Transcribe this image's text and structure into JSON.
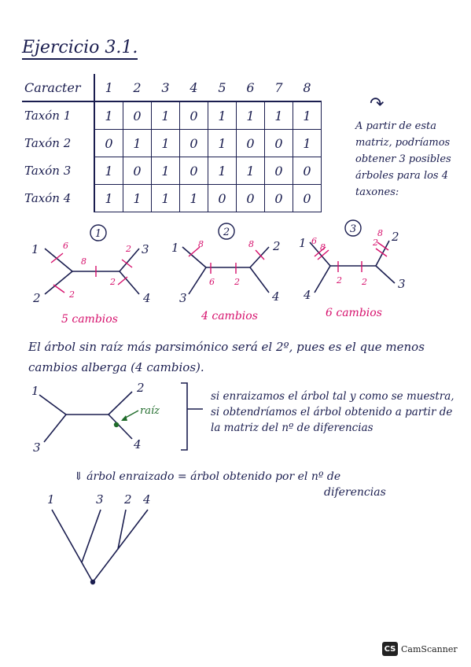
{
  "title": "Ejercicio 3.1.",
  "table": {
    "corner": "Caracter",
    "columns": [
      "1",
      "2",
      "3",
      "4",
      "5",
      "6",
      "7",
      "8"
    ],
    "rows": [
      {
        "label": "Taxón 1",
        "values": [
          "1",
          "0",
          "1",
          "0",
          "1",
          "1",
          "1",
          "1"
        ]
      },
      {
        "label": "Taxón 2",
        "values": [
          "0",
          "1",
          "1",
          "0",
          "1",
          "0",
          "0",
          "1"
        ]
      },
      {
        "label": "Taxón 3",
        "values": [
          "1",
          "0",
          "1",
          "0",
          "1",
          "1",
          "0",
          "0"
        ]
      },
      {
        "label": "Taxón 4",
        "values": [
          "1",
          "1",
          "1",
          "1",
          "0",
          "0",
          "0",
          "0"
        ]
      }
    ]
  },
  "note": "A partir de esta matriz, podríamos obtener 3 posibles árboles para los 4 taxones:",
  "trees": [
    {
      "number": "1",
      "leaves": [
        "1",
        "2",
        "3",
        "4"
      ],
      "changes_caption": "5 cambios",
      "marks": [
        "6",
        "8",
        "2",
        "2",
        "2"
      ]
    },
    {
      "number": "2",
      "leaves": [
        "1",
        "3",
        "2",
        "4"
      ],
      "changes_caption": "4 cambios",
      "marks": [
        "8",
        "8",
        "6",
        "2"
      ]
    },
    {
      "number": "3",
      "leaves": [
        "1",
        "4",
        "2",
        "3"
      ],
      "changes_caption": "6 cambios",
      "marks": [
        "6",
        "8",
        "2",
        "2",
        "8",
        "2"
      ]
    }
  ],
  "conclusion": "El árbol sin raíz más parsimónico será el 2º, pues es el que menos cambios alberga (4 cambios).",
  "unrooted_final": {
    "leaves": [
      "1",
      "3",
      "2",
      "4"
    ],
    "root_label": "raíz"
  },
  "side_note": "si enraizamos el árbol tal y como se muestra, si obtendríamos el árbol obtenido a partir de la matriz del nº de diferencias",
  "rooted_equation": {
    "line1": "⇓ árbol enraizado = árbol obtenido por el nº de",
    "line2": "diferencias"
  },
  "rooted_tree": {
    "leaves": [
      "1",
      "3",
      "2",
      "4"
    ]
  },
  "brand": {
    "logo": "CS",
    "name": "CamScanner"
  },
  "colors": {
    "ink": "#1a1d4f",
    "mark": "#d6106c",
    "root": "#1f6b2a"
  }
}
